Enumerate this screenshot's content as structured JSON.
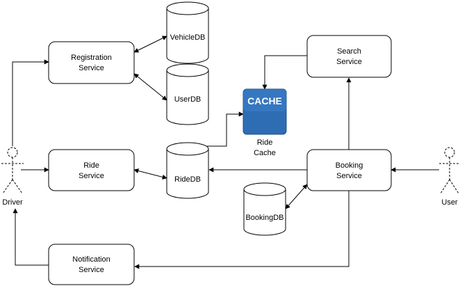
{
  "nodes": {
    "registration_service": {
      "line1": "Registration",
      "line2": "Service"
    },
    "ride_service": {
      "line1": "Ride",
      "line2": "Service"
    },
    "notification_service": {
      "line1": "Notification",
      "line2": "Service"
    },
    "search_service": {
      "line1": "Search",
      "line2": "Service"
    },
    "booking_service": {
      "line1": "Booking",
      "line2": "Service"
    },
    "vehicle_db": {
      "label": "VehicleDB"
    },
    "user_db": {
      "label": "UserDB"
    },
    "ride_db": {
      "label": "RideDB"
    },
    "booking_db": {
      "label": "BookingDB"
    },
    "ride_cache": {
      "icon_text": "CACHE",
      "line1": "Ride",
      "line2": "Cache"
    },
    "driver": {
      "label": "Driver"
    },
    "user": {
      "label": "User"
    }
  },
  "edges": [
    {
      "from": "driver",
      "to": "registration_service",
      "direction": "forward"
    },
    {
      "from": "driver",
      "to": "ride_service",
      "direction": "forward"
    },
    {
      "from": "notification_service",
      "to": "driver",
      "direction": "forward"
    },
    {
      "from": "registration_service",
      "to": "vehicle_db",
      "direction": "both"
    },
    {
      "from": "registration_service",
      "to": "user_db",
      "direction": "both"
    },
    {
      "from": "ride_service",
      "to": "ride_db",
      "direction": "both"
    },
    {
      "from": "ride_db",
      "to": "ride_cache",
      "direction": "forward"
    },
    {
      "from": "search_service",
      "to": "ride_cache",
      "direction": "forward"
    },
    {
      "from": "booking_service",
      "to": "search_service",
      "direction": "forward"
    },
    {
      "from": "booking_service",
      "to": "ride_db",
      "direction": "forward"
    },
    {
      "from": "booking_service",
      "to": "booking_db",
      "direction": "both"
    },
    {
      "from": "user",
      "to": "booking_service",
      "direction": "forward"
    },
    {
      "from": "booking_service",
      "to": "notification_service",
      "direction": "forward"
    }
  ],
  "colors": {
    "stroke": "#000000",
    "cache_fill": "#2e6db4",
    "cache_stroke": "#1f4f8a"
  }
}
